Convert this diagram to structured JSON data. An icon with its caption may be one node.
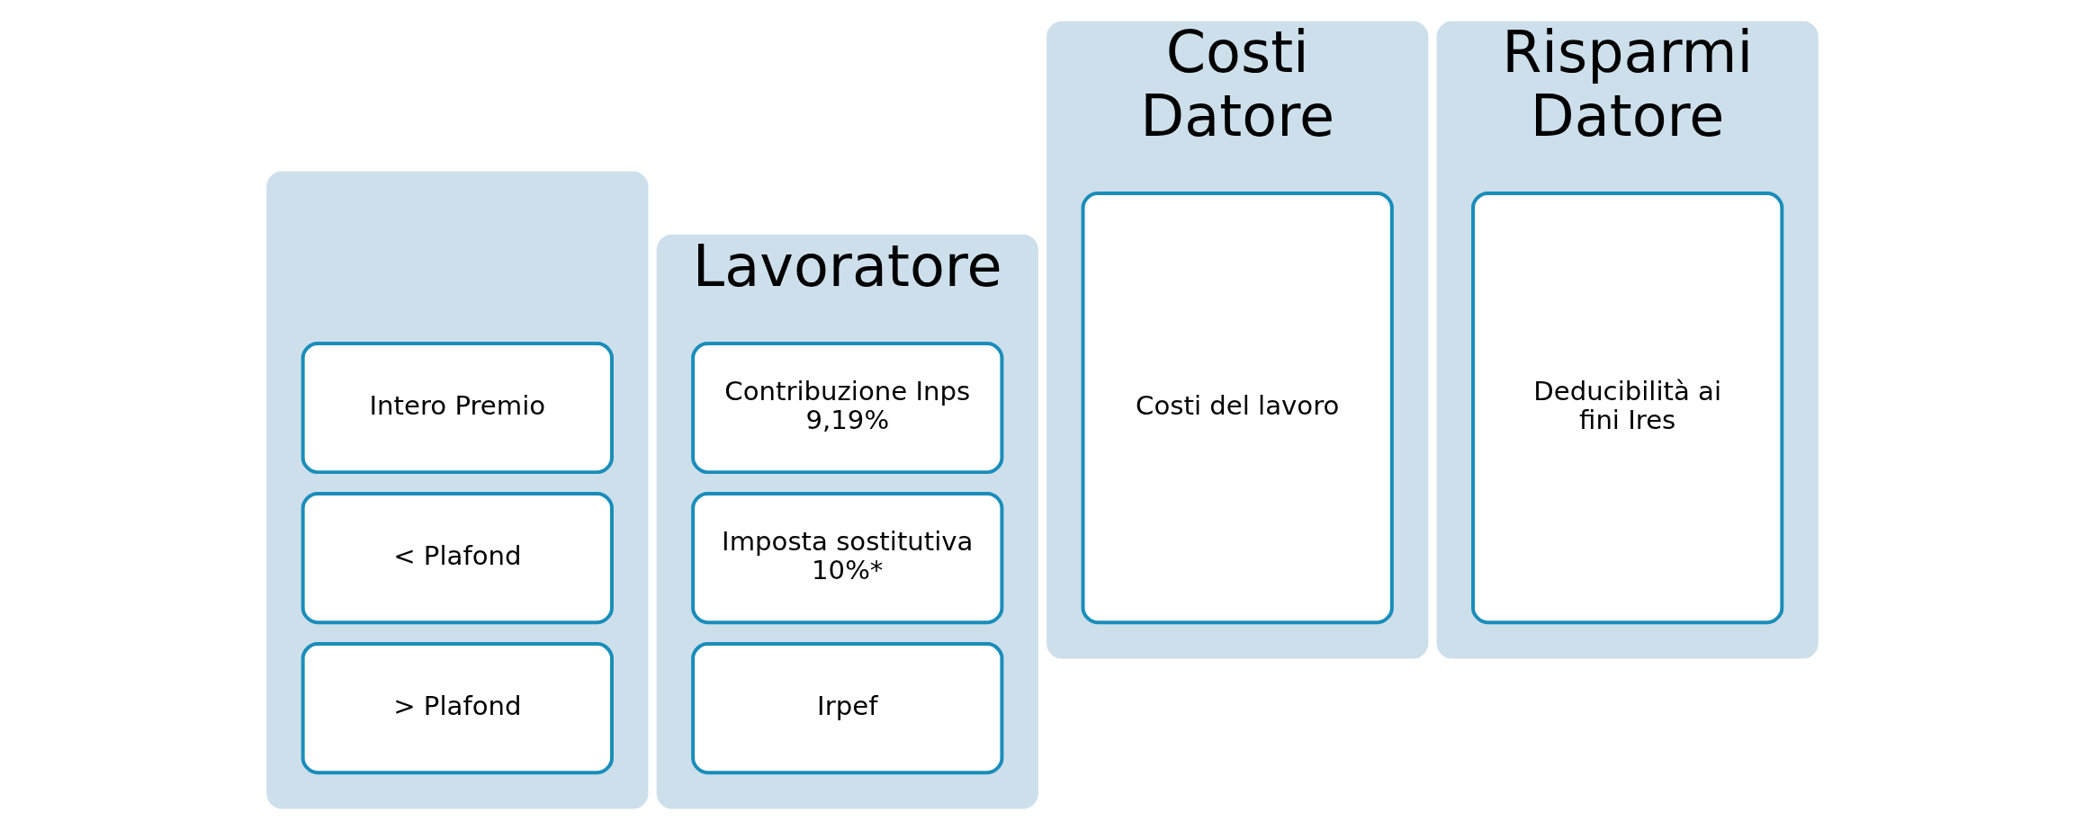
{
  "diagram": {
    "nodes": [
      {
        "text": [],
        "shape": "box"
      },
      {
        "text": [
          "Intero Premio"
        ],
        "in": 0
      },
      {
        "text": [
          "< Plafond"
        ],
        "in": 0
      },
      {
        "text": [
          "> Plafond"
        ],
        "in": 0
      },
      {
        "text": [
          "Lavoratore"
        ]
      },
      {
        "text": [
          "Contribuzione Inps 9,19%"
        ],
        "in": 4
      },
      {
        "text": [
          "Imposta sostitutiva 10%*"
        ],
        "in": 4
      },
      {
        "text": [
          "Irpef"
        ],
        "in": 4
      },
      {
        "text": [
          "Costi Datore"
        ]
      },
      {
        "text": [
          "Costi del lavoro"
        ],
        "in": 8
      },
      {
        "text": [
          "Risparmi Datore"
        ]
      },
      {
        "text": [
          "Deducibilità ai fini Ires"
        ],
        "in": 10
      }
    ]
  }
}
